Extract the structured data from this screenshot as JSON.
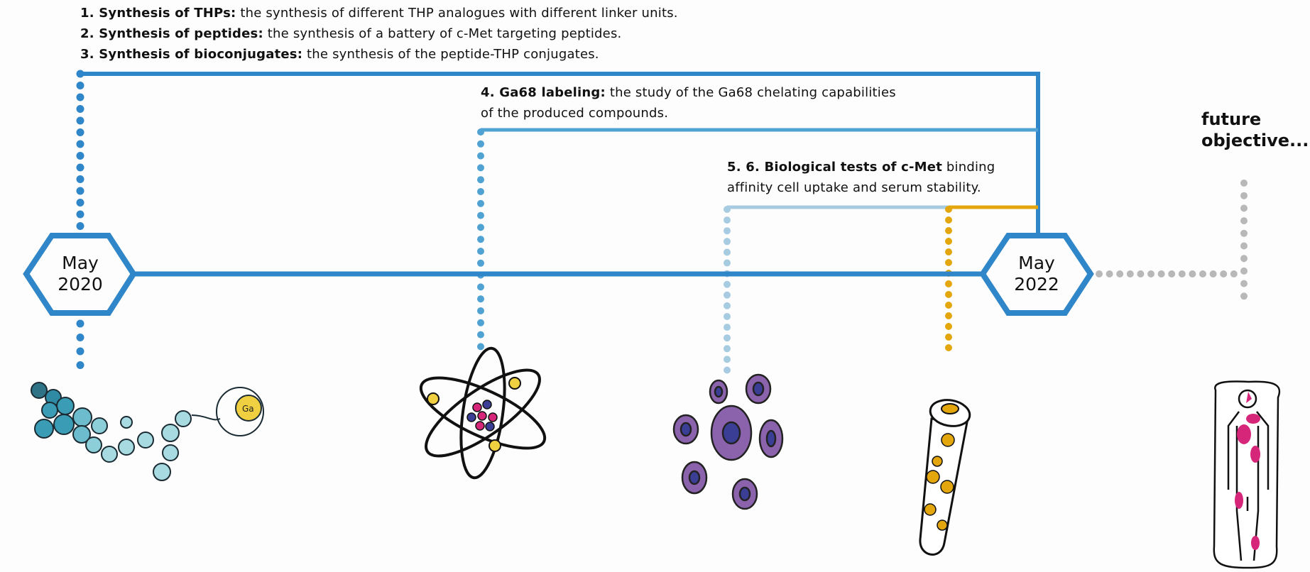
{
  "steps_top": [
    {
      "bold": "1. Synthesis of THPs:",
      "text": " the synthesis of different THP analogues with different linker units."
    },
    {
      "bold": "2. Synthesis of peptides:",
      "text": " the synthesis of a battery of c-Met targeting peptides."
    },
    {
      "bold": "3. Synthesis of bioconjugates:",
      "text": " the synthesis of the peptide-THP conjugates."
    }
  ],
  "step4": {
    "bold": "4. Ga68 labeling:",
    "line1": " the study of the Ga68 chelating capabilities",
    "line2": "of the produced compounds."
  },
  "step56": {
    "bold": "5. 6. Biological tests of c-Met",
    "line1": " binding",
    "line2": "affinity cell uptake and serum stability."
  },
  "milestones": [
    {
      "month": "May",
      "year": "2020"
    },
    {
      "month": "May",
      "year": "2022"
    }
  ],
  "future": {
    "line1": "future",
    "line2": "objective..."
  },
  "icons": {
    "ga_label": "Ga"
  },
  "colors": {
    "main_blue": "#2f86c8",
    "mid_blue": "#4fa2d2",
    "light_blue": "#a7cbe1",
    "gold": "#e3a60c",
    "gray": "#b8b8b8",
    "purple": "#8b63ad",
    "magenta": "#d6267a",
    "teal": "#3a9db5"
  }
}
